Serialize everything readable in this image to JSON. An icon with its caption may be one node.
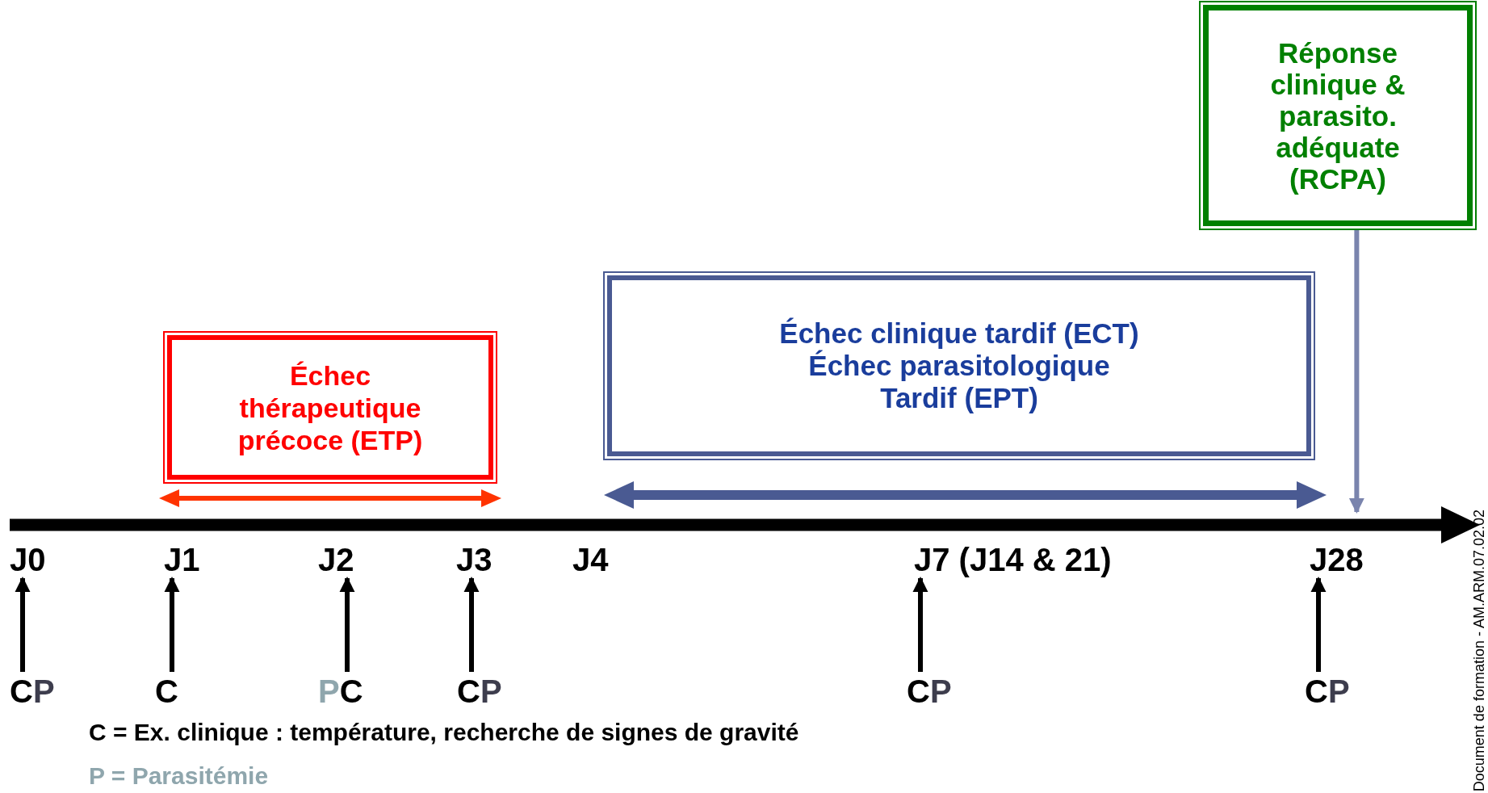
{
  "diagram": {
    "nodes": [
      {
        "text": [
          "Échec thérapeutique précoce (ETP)"
        ]
      },
      {
        "text": [
          "Échec clinique tardif (ECT)",
          "Échec parasitologique Tardif (EPT)"
        ]
      },
      {
        "text": [
          "Réponse clinique & parasito. adéquate (RCPA)"
        ]
      },
      {
        "text": [
          "J0"
        ]
      },
      {
        "text": [
          "J1"
        ]
      },
      {
        "text": [
          "J2"
        ]
      },
      {
        "text": [
          "J3"
        ]
      },
      {
        "text": [
          "J7 (J14 & 21)"
        ]
      },
      {
        "text": [
          "J28"
        ]
      },
      {
        "text": [
          "C",
          "P"
        ]
      },
      {
        "text": [
          "C"
        ]
      },
      {
        "text": [
          "P",
          "C"
        ]
      },
      {
        "text": [
          "C",
          "P"
        ]
      },
      {
        "text": [
          "C",
          "P"
        ]
      },
      {
        "text": [
          "C",
          "P"
        ]
      }
    ],
    "edges": [
      {
        "from": 9,
        "to": 3,
        "arrow": "to"
      },
      {
        "from": 10,
        "to": 4,
        "arrow": "to"
      },
      {
        "from": 11,
        "to": 5,
        "arrow": "to"
      },
      {
        "from": 12,
        "to": 6,
        "arrow": "to"
      },
      {
        "from": 13,
        "to": 7,
        "arrow": "to"
      },
      {
        "from": 14,
        "to": 8,
        "arrow": "to"
      },
      {
        "from": 2,
        "to": 8,
        "arrow": "to",
        "color": "#7a84ad"
      }
    ],
    "labels": [
      "J4",
      "C = Ex. clinique : température, recherche de signes de gravité",
      "P = Parasitémie",
      "Document de formation - AM.ARM.07.02.02"
    ]
  }
}
